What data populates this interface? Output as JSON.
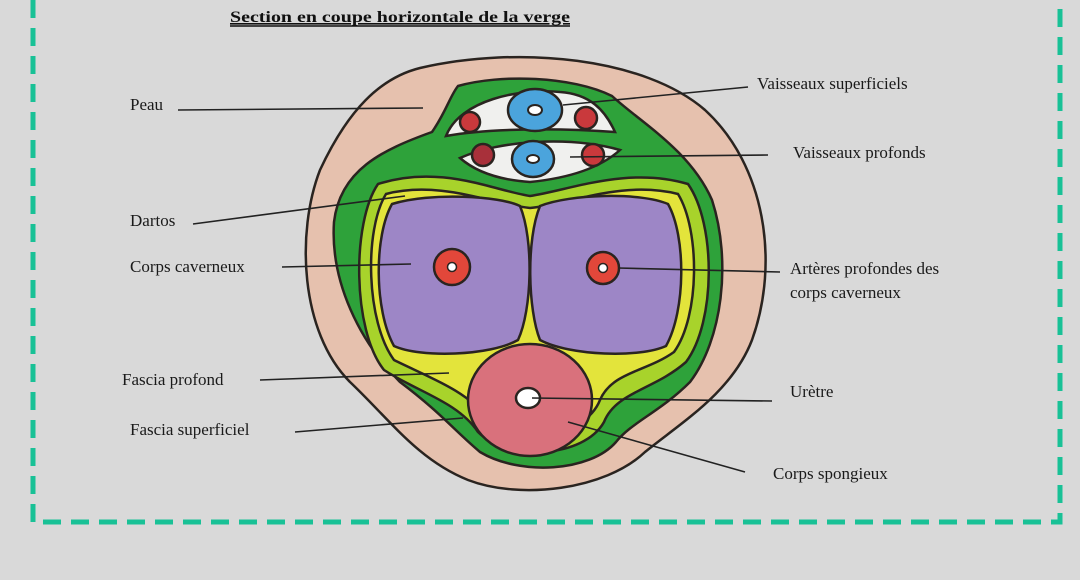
{
  "title": "Section en coupe horizontale de la verge",
  "labels": {
    "peau": "Peau",
    "vaisseaux_superficiels": "Vaisseaux superficiels",
    "vaisseaux_profonds": "Vaisseaux profonds",
    "dartos": "Dartos",
    "corps_caverneux": "Corps caverneux",
    "arteres_line1": "Artères profondes des",
    "arteres_line2": "corps caverneux",
    "fascia_profond": "Fascia profond",
    "uretre": "Urètre",
    "fascia_superficiel": "Fascia superficiel",
    "corps_spongieux": "Corps spongieux"
  },
  "colors": {
    "frame": "#19c196",
    "skin": "#e6c1ae",
    "dartos": "#2ea23a",
    "fascia_profond": "#a8d32b",
    "tunica": "#e3e43b",
    "cavernous": "#9d86c6",
    "artery": "#e2473a",
    "spongy": "#d9717c",
    "vein": "#4ba4dc",
    "vessel_red": "#c9393c"
  }
}
